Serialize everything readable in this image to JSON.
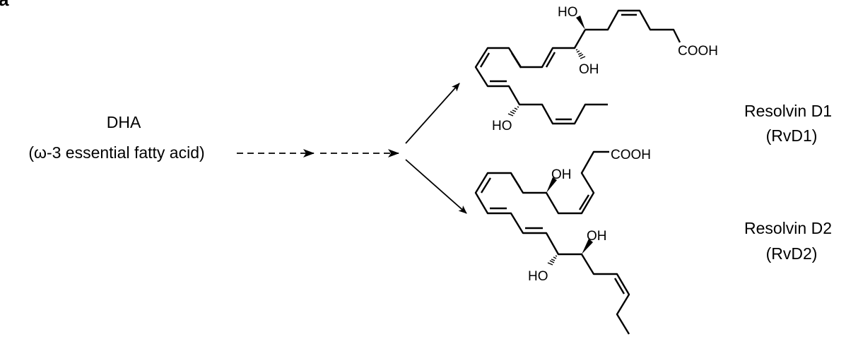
{
  "panel_label": "a",
  "precursor": {
    "name": "DHA",
    "description": "(ω-3 essential fatty acid)"
  },
  "products": [
    {
      "name": "Resolvin D1",
      "abbr": "(RvD1)",
      "atoms": {
        "ho_top": "HO",
        "oh_mid": "OH",
        "ho_bottom": "HO",
        "acid": "COOH"
      }
    },
    {
      "name": "Resolvin D2",
      "abbr": "(RvD2)",
      "atoms": {
        "oh_top": "OH",
        "acid": "COOH",
        "oh_right": "OH",
        "ho_left": "HO"
      }
    }
  ]
}
